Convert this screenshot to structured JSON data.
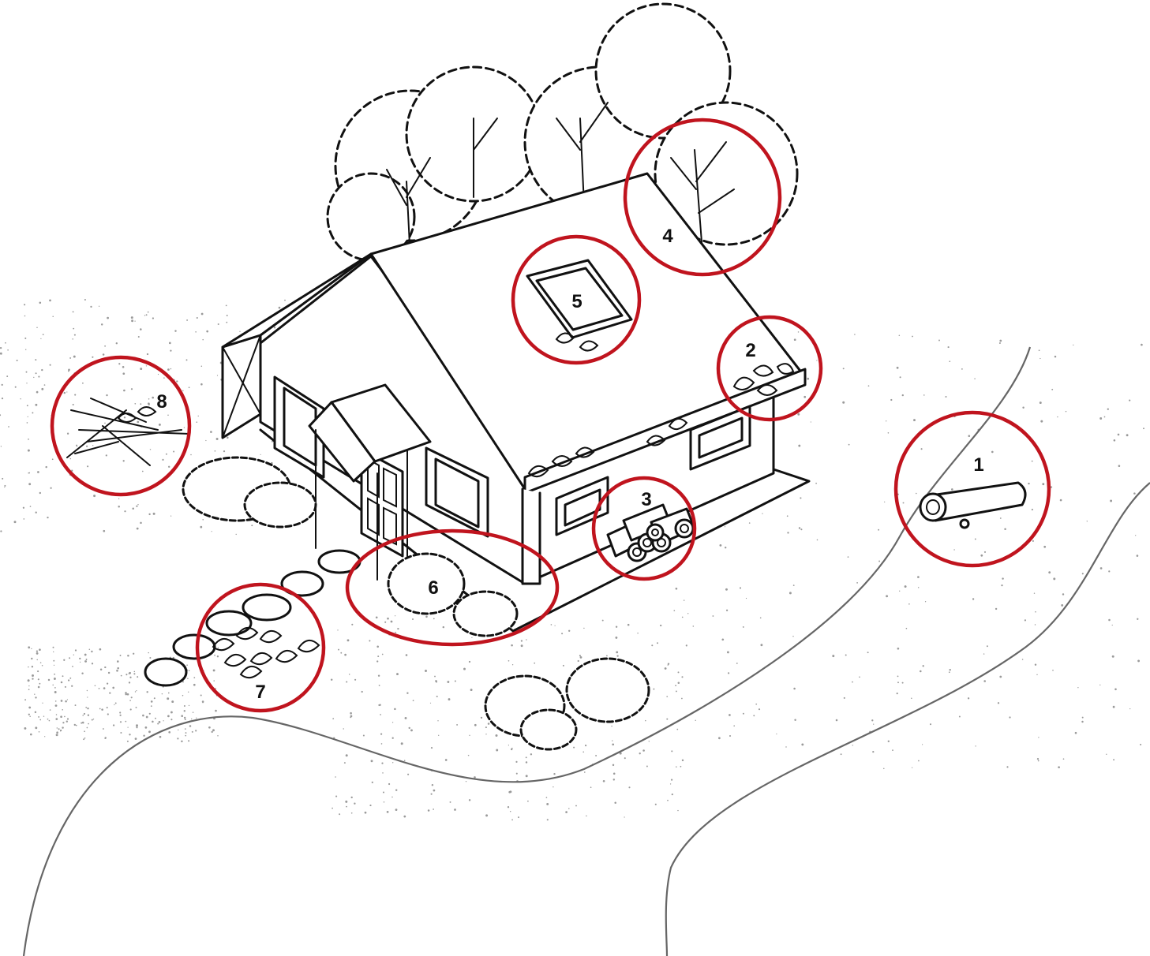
{
  "colors": {
    "highlight": "#c0141e",
    "ink": "#111111",
    "road": "#666666",
    "ground": "#9a9a9a"
  },
  "hazards": [
    {
      "label": "1",
      "icon": "log-icon"
    },
    {
      "label": "2",
      "icon": "gutter-leaves-icon"
    },
    {
      "label": "3",
      "icon": "firewood-pile-icon"
    },
    {
      "label": "4",
      "icon": "overhanging-tree-icon"
    },
    {
      "label": "5",
      "icon": "skylight-leaves-icon"
    },
    {
      "label": "6",
      "icon": "shrubs-near-wall-icon"
    },
    {
      "label": "7",
      "icon": "leaf-pile-icon"
    },
    {
      "label": "8",
      "icon": "branch-pile-icon"
    }
  ]
}
